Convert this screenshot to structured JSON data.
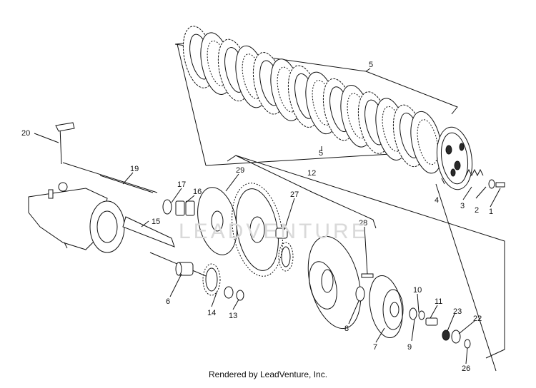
{
  "diagram": {
    "callouts": [
      {
        "id": "c1",
        "label": "1"
      },
      {
        "id": "c2",
        "label": "2"
      },
      {
        "id": "c3",
        "label": "3"
      },
      {
        "id": "c4",
        "label": "4"
      },
      {
        "id": "c5a",
        "label": "5"
      },
      {
        "id": "c5b",
        "label": "5"
      },
      {
        "id": "c6",
        "label": "6"
      },
      {
        "id": "c7",
        "label": "7"
      },
      {
        "id": "c8",
        "label": "8"
      },
      {
        "id": "c9",
        "label": "9"
      },
      {
        "id": "c10",
        "label": "10"
      },
      {
        "id": "c11",
        "label": "11"
      },
      {
        "id": "c12",
        "label": "12"
      },
      {
        "id": "c13",
        "label": "13"
      },
      {
        "id": "c14",
        "label": "14"
      },
      {
        "id": "c15",
        "label": "15"
      },
      {
        "id": "c16",
        "label": "16"
      },
      {
        "id": "c17",
        "label": "17"
      },
      {
        "id": "c19",
        "label": "19"
      },
      {
        "id": "c20",
        "label": "20"
      },
      {
        "id": "c22",
        "label": "22"
      },
      {
        "id": "c23",
        "label": "23"
      },
      {
        "id": "c26",
        "label": "26"
      },
      {
        "id": "c27",
        "label": "27"
      },
      {
        "id": "c28",
        "label": "28"
      },
      {
        "id": "c29",
        "label": "29"
      }
    ],
    "watermark": "LEADVENTURE",
    "credit": "Rendered by LeadVenture, Inc."
  }
}
